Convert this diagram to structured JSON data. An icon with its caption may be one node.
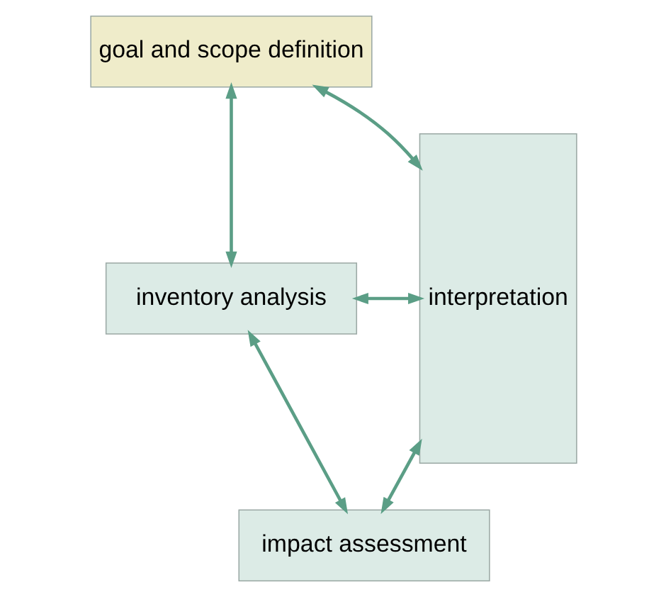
{
  "diagram": {
    "nodes": [
      {
        "text": [
          "goal and scope definition"
        ]
      },
      {
        "text": [
          "inventory analysis"
        ]
      },
      {
        "text": [
          "impact assessment"
        ]
      },
      {
        "text": [
          "interpretation"
        ]
      }
    ],
    "edges": [
      {
        "from": 0,
        "to": 1,
        "arrow": "both"
      },
      {
        "from": 1,
        "to": 2,
        "arrow": "both"
      },
      {
        "from": 3,
        "to": 0,
        "arrow": "both"
      },
      {
        "from": 3,
        "to": 1,
        "arrow": "both"
      },
      {
        "from": 3,
        "to": 2,
        "arrow": "both"
      }
    ]
  }
}
